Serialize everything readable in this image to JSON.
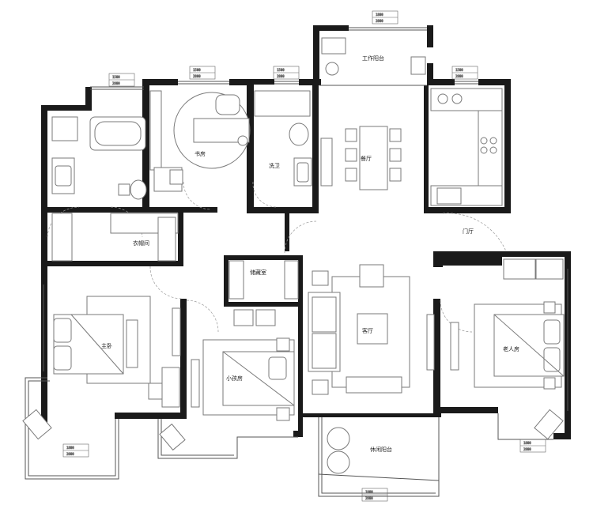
{
  "rooms": {
    "work_balcony": "工作阳台",
    "study": "书房",
    "guest_bath": "洗卫",
    "dining": "餐厅",
    "foyer": "门厅",
    "cloakroom": "衣帽间",
    "storage": "储藏室",
    "master": "主卧",
    "kids_room": "小孩房",
    "living": "客厅",
    "elder_room": "老人房",
    "leisure_balcony": "休闲阳台"
  },
  "dimension_tags": {
    "top_center": [
      "1800",
      "2800"
    ],
    "top_left": [
      "1500",
      "2800"
    ],
    "top_study": [
      "1500",
      "2800"
    ],
    "top_bath": [
      "1500",
      "2800"
    ],
    "top_right": [
      "1500",
      "2800"
    ],
    "bottom_left": [
      "1800",
      "2800"
    ],
    "bottom_right": [
      "1800",
      "2800"
    ],
    "bottom_living": [
      "1800",
      "2800"
    ]
  },
  "colors": {
    "wall": "#1a1a1a",
    "line": "#555555",
    "furniture": "#7a7a7a",
    "background": "#ffffff"
  }
}
